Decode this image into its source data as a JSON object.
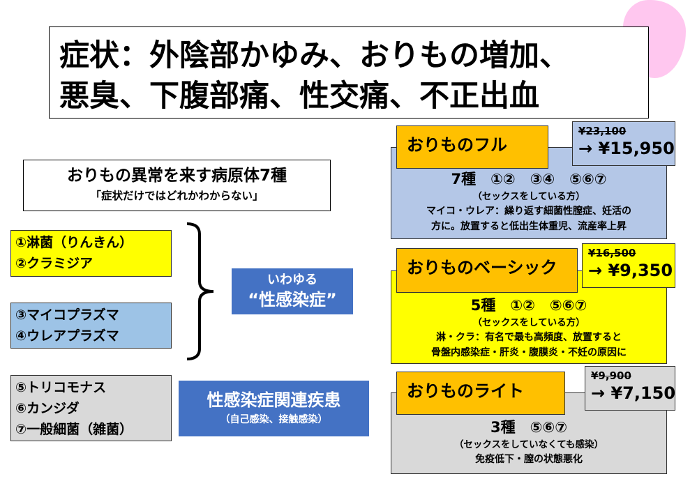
{
  "symptoms": {
    "line1": "症状：外陰部かゆみ、おりもの増加、",
    "line2": "悪臭、下腹部痛、性交痛、不正出血"
  },
  "causes": {
    "title": "おりもの異常を来す病原体7種",
    "subtitle": "「症状だけではどれかわからない」"
  },
  "pathogens": {
    "group1": [
      "①淋菌（りんきん）",
      "②クラミジア"
    ],
    "group2": [
      "③マイコプラズマ",
      "④ウレアプラズマ"
    ],
    "group3": [
      "⑤トリコモナス",
      "⑥カンジダ",
      "⑦一般細菌（雑菌）"
    ]
  },
  "std_label": {
    "line1": "いわゆる",
    "line2": "“性感染症”"
  },
  "related_label": {
    "line1": "性感染症関連疾患",
    "line2": "（自己感染、接触感染）"
  },
  "plans": {
    "full": {
      "name": "おりものフル",
      "old_price": "¥23,100",
      "new_price": "→ ¥15,950",
      "kinds": "7種　①②　③④　⑤⑥⑦",
      "note": "（セックスをしている方）",
      "desc1": "マイコ・ウレア：繰り返す細菌性膣症、妊活の",
      "desc2": "方に。放置すると低出生体重児、流産率上昇"
    },
    "basic": {
      "name": "おりものベーシック",
      "old_price": "¥16,500",
      "new_price": "→ ¥9,350",
      "kinds": "5種　①②　⑤⑥⑦",
      "note": "（セックスをしている方）",
      "desc1": "淋・クラ：有名で最も高頻度、放置すると",
      "desc2": "骨盤内感染症・肝炎・腹膜炎・不妊の原因に"
    },
    "lite": {
      "name": "おりものライト",
      "old_price": "¥9,900",
      "new_price": "→ ¥7,150",
      "kinds": "3種　⑤⑥⑦",
      "note": "（セックスをしていなくても感染）",
      "desc1": "免疫低下・膣の状態悪化"
    }
  },
  "colors": {
    "yellow": "#ffff00",
    "blue": "#9dc3e6",
    "gray": "#d9d9d9",
    "orange": "#ffc000",
    "dark_blue": "#4472c4",
    "price_bg": "#b4c7e7",
    "pink": "#ffc7ef"
  }
}
